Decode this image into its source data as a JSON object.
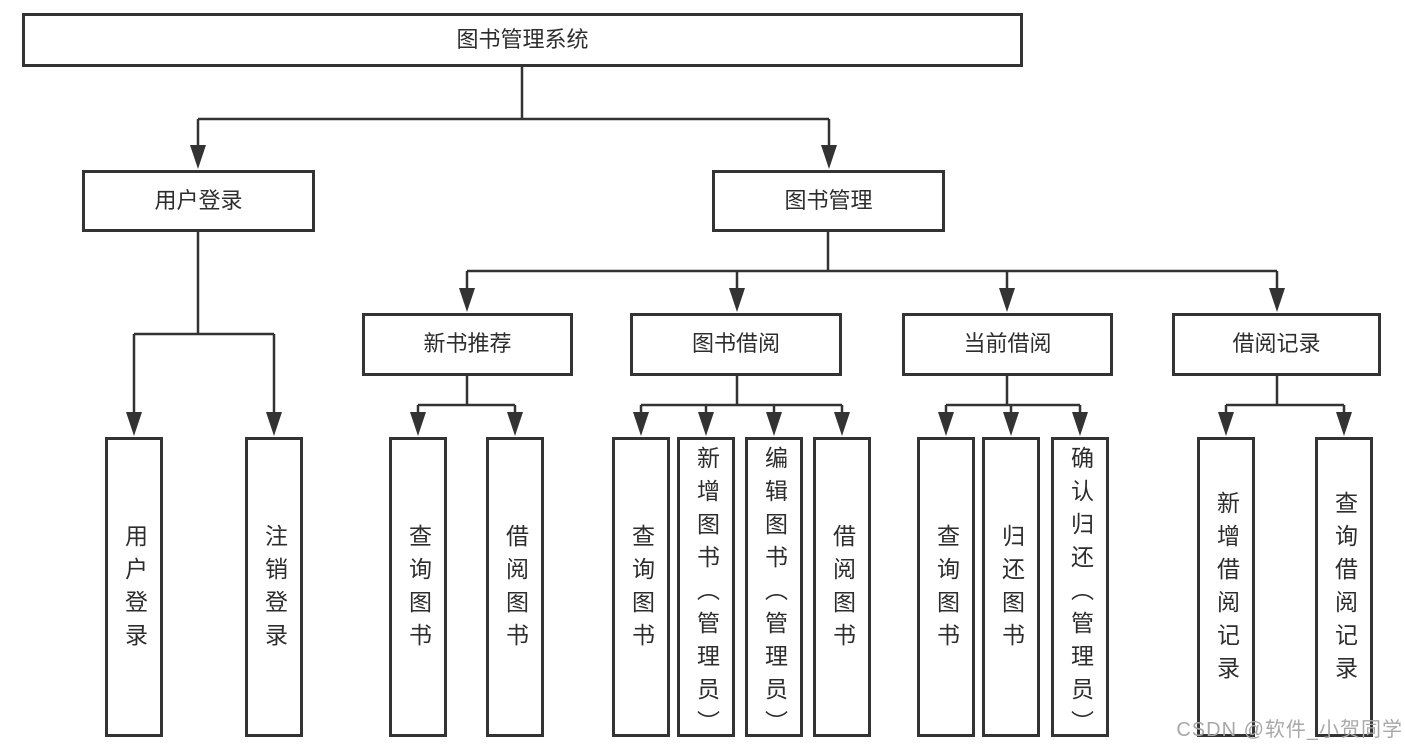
{
  "diagram": {
    "root": "图书管理系统",
    "branches": [
      {
        "label": "用户登录",
        "leaves": [
          "用户登录",
          "注销登录"
        ]
      },
      {
        "label": "图书管理",
        "groups": [
          {
            "label": "新书推荐",
            "leaves": [
              "查询图书",
              "借阅图书"
            ]
          },
          {
            "label": "图书借阅",
            "leaves": [
              "查询图书",
              "新增图书（管理员）",
              "编辑图书（管理员）",
              "借阅图书"
            ]
          },
          {
            "label": "当前借阅",
            "leaves": [
              "查询图书",
              "归还图书",
              "确认归还（管理员）"
            ]
          },
          {
            "label": "借阅记录",
            "leaves": [
              "新增借阅记录",
              "查询借阅记录"
            ]
          }
        ]
      }
    ]
  },
  "colors": {
    "line": "#333333",
    "text": "#2d2d2d",
    "background": "#ffffff",
    "watermark": "#a8a8a8"
  },
  "watermark": "CSDN @软件_小贺同学"
}
